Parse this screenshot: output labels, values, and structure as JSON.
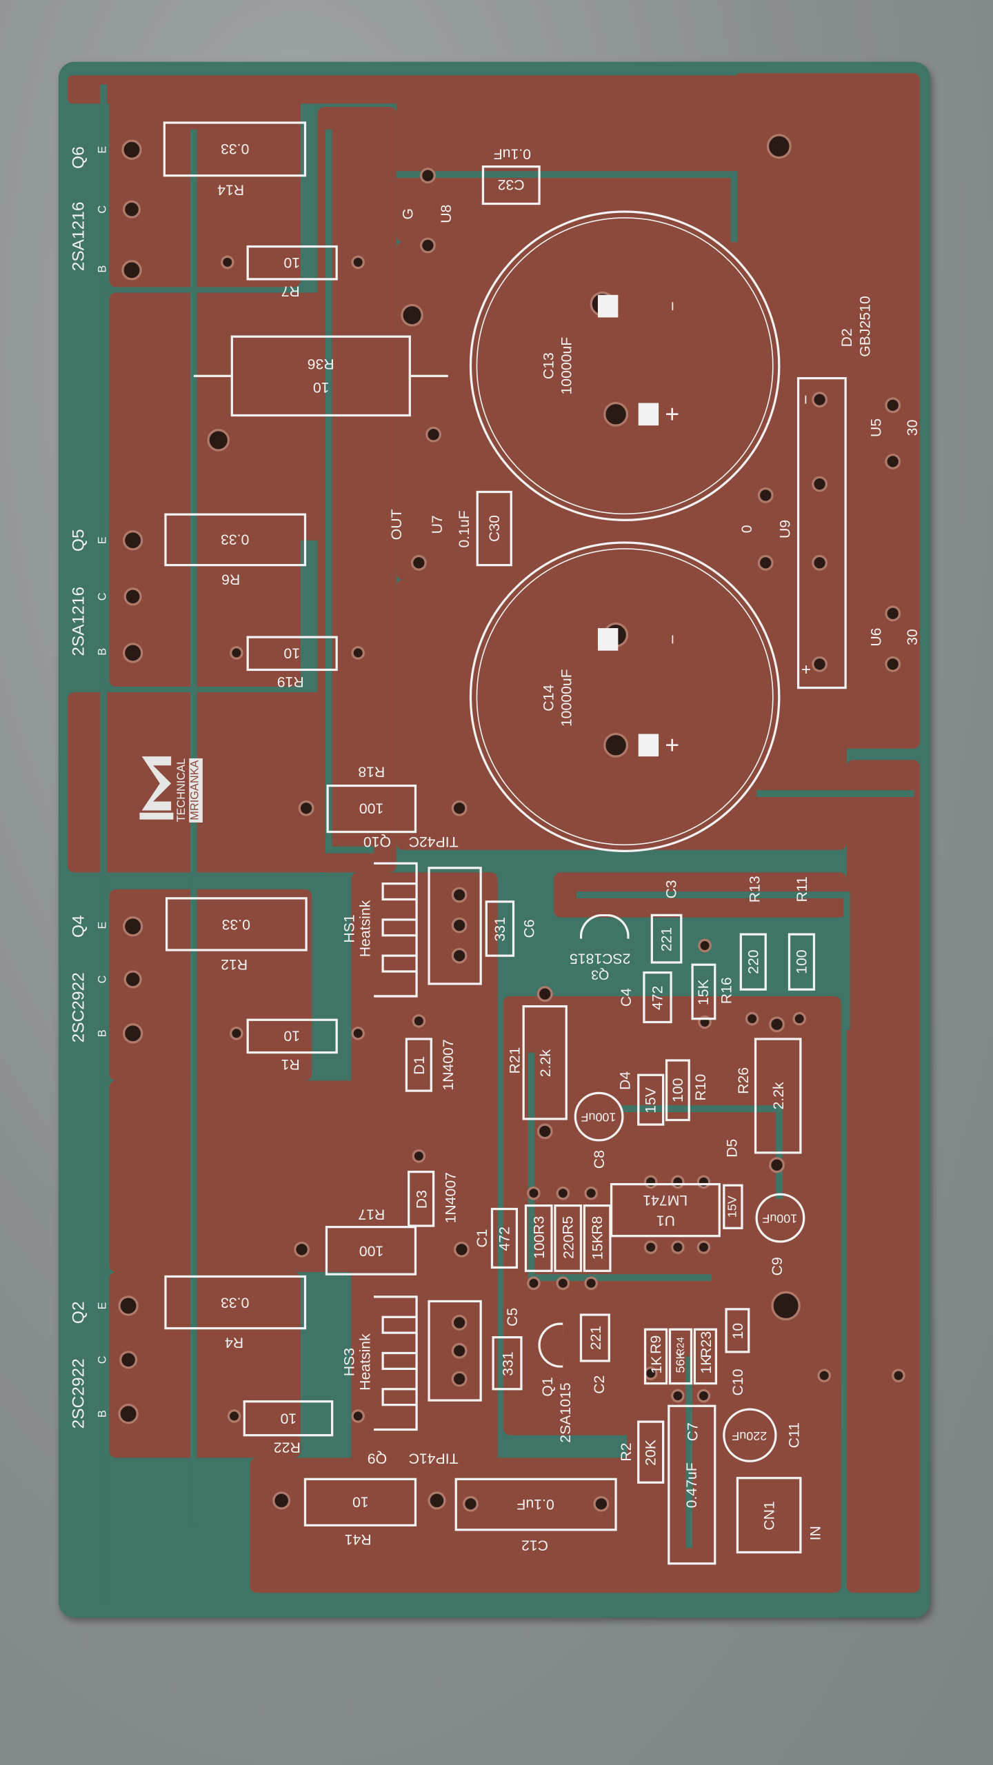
{
  "board": {
    "logo": {
      "line1": "TECHNICAL",
      "line2": "MRIGANKA"
    },
    "power_transistors": [
      {
        "ref": "Q6",
        "part": "2SA1216",
        "pins": [
          "E",
          "C",
          "B"
        ]
      },
      {
        "ref": "Q5",
        "part": "2SA1216",
        "pins": [
          "E",
          "C",
          "B"
        ]
      },
      {
        "ref": "Q4",
        "part": "2SC2922",
        "pins": [
          "E",
          "C",
          "B"
        ]
      },
      {
        "ref": "Q2",
        "part": "2SC2922",
        "pins": [
          "E",
          "C",
          "B"
        ]
      }
    ],
    "resistors": {
      "R14": {
        "ref": "R14",
        "value": "0.33"
      },
      "R7": {
        "ref": "R7",
        "value": "10"
      },
      "R36": {
        "ref": "R36",
        "value": "10"
      },
      "R6": {
        "ref": "R6",
        "value": "0.33"
      },
      "R19": {
        "ref": "R19",
        "value": "10"
      },
      "R18": {
        "ref": "R18",
        "value": "100"
      },
      "R12": {
        "ref": "R12",
        "value": "0.33"
      },
      "R1": {
        "ref": "R1",
        "value": "10"
      },
      "R17": {
        "ref": "R17",
        "value": "100"
      },
      "R4": {
        "ref": "R4",
        "value": "0.33"
      },
      "R22": {
        "ref": "R22",
        "value": "10"
      },
      "R41": {
        "ref": "R41",
        "value": "10"
      },
      "R2": {
        "ref": "R2",
        "value": "20K"
      },
      "R21": {
        "ref": "R21",
        "value": "2.2k"
      },
      "R26": {
        "ref": "R26",
        "value": "2.2k"
      },
      "R13": {
        "ref": "R13",
        "value": "220"
      },
      "R11": {
        "ref": "R11",
        "value": "100"
      },
      "R16": {
        "ref": "R16",
        "value": "15K"
      },
      "R10": {
        "ref": "R10",
        "value": "100"
      },
      "R3": {
        "ref": "R3",
        "value": "100"
      },
      "R5": {
        "ref": "R5",
        "value": "220"
      },
      "R8": {
        "ref": "R8",
        "value": "15K"
      },
      "R9": {
        "ref": "R9",
        "value": "1K"
      },
      "R24": {
        "ref": "R24",
        "value": "56K"
      },
      "R23": {
        "ref": "R23",
        "value": "1K"
      }
    },
    "capacitors": {
      "C13": {
        "ref": "C13",
        "value": "10000uF"
      },
      "C14": {
        "ref": "C14",
        "value": "10000uF"
      },
      "C32": {
        "ref": "C32",
        "value": "0.1uF"
      },
      "C30": {
        "ref": "C30",
        "value": "0.1uF"
      },
      "C12": {
        "ref": "C12",
        "value": "0.1uF"
      },
      "C7": {
        "ref": "C7",
        "value": "0.47uF"
      },
      "C11": {
        "ref": "C11",
        "value": "220uF"
      },
      "C6": {
        "ref": "C6",
        "value": "331"
      },
      "C5": {
        "ref": "C5",
        "value": "331"
      },
      "C3": {
        "ref": "C3",
        "value": "221"
      },
      "C2": {
        "ref": "C2",
        "value": "221"
      },
      "C4": {
        "ref": "C4",
        "value": "472"
      },
      "C1": {
        "ref": "C1",
        "value": "472"
      },
      "C8": {
        "ref": "C8",
        "value": "100uF"
      },
      "C9": {
        "ref": "C9",
        "value": "100uF"
      },
      "C10": {
        "ref": "C10",
        "value": "10"
      }
    },
    "semis": {
      "Q10": {
        "ref": "Q10",
        "part": "TIP42C"
      },
      "Q9": {
        "ref": "Q9",
        "part": "TIP41C"
      },
      "Q3": {
        "ref": "Q3",
        "part": "2SC1815"
      },
      "Q1": {
        "ref": "Q1",
        "part": "2SA1015"
      },
      "D1": {
        "ref": "D1",
        "part": "1N4007"
      },
      "D3": {
        "ref": "D3",
        "part": "1N4007"
      },
      "D4": {
        "ref": "D4",
        "part": "15V"
      },
      "D5": {
        "ref": "D5",
        "part": "15V"
      },
      "U1": {
        "ref": "U1",
        "part": "LM741"
      },
      "D2": {
        "ref": "D2",
        "part": "GBJ2510"
      }
    },
    "heatsinks": {
      "HS1": "HS1",
      "HS3": "HS3",
      "label": "Heatsink"
    },
    "jumpers": {
      "U8": {
        "ref": "U8",
        "value": "G"
      },
      "U7": {
        "ref": "U7",
        "value": "OUT"
      },
      "U9": {
        "ref": "U9",
        "value": "0"
      },
      "U5": {
        "ref": "U5",
        "value": "30"
      },
      "U6": {
        "ref": "U6",
        "value": "30"
      }
    },
    "connector": {
      "ref": "CN1",
      "label": "IN"
    },
    "polarity": {
      "plus": "+",
      "minus": "−"
    }
  }
}
